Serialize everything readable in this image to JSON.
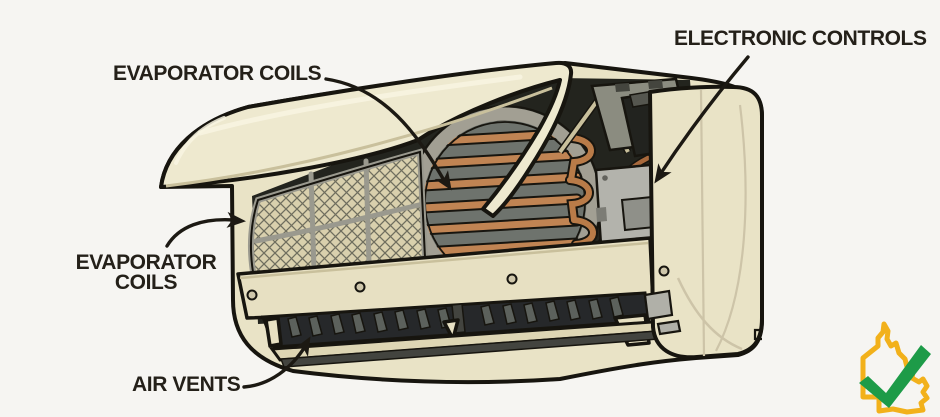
{
  "diagram": {
    "labels": {
      "evaporator_coils_top": "EVAPORATOR COILS",
      "electronic_controls": "ELECTRONIC CONTROLS",
      "evaporator_coils_side": {
        "line1": "EVAPORATOR",
        "line2": "COILS"
      },
      "air_vents": "AIR VENTS"
    },
    "icons": {
      "badge": "queensland-outline-check-icon"
    },
    "colors": {
      "background": "#f6f5f2",
      "outline": "#17150f",
      "arrow": "#1c1913",
      "label_text": "#242019",
      "body_cream": "#e9e3c6",
      "lid_cream": "#eee9cf",
      "lid_highlight": "#f8f4e2",
      "lid_underside": "#c9c09c",
      "front_cream": "#e7e0c2",
      "deflector_cream": "#ded6b4",
      "mesh_tan": "#d9d0ad",
      "mesh_line": "#6f6e5e",
      "frame_gray": "#9a998e",
      "drum_gray": "#6e736d",
      "rim_gray": "#a29f93",
      "copper": "#c08453",
      "copper_bend": "#b97b48",
      "copper_dark": "#a8693c",
      "cavity_dark": "#23241e",
      "vent_dark": "#26282a",
      "blade_gray": "#5c615c",
      "chassis_gray": "#8b8c80",
      "box_black": "#22231f",
      "pcb_gray": "#b3b3ac",
      "chip_gray": "#8f9089",
      "metal_gray": "#9e9e96",
      "screw_cream": "#cfc7ab",
      "seam": "#cdc4a8",
      "shadow_strip": "#43443f",
      "button_gray": "#b0b0a8",
      "badge_yellow": "#f2b11b",
      "badge_green": "#1d9b48"
    }
  }
}
